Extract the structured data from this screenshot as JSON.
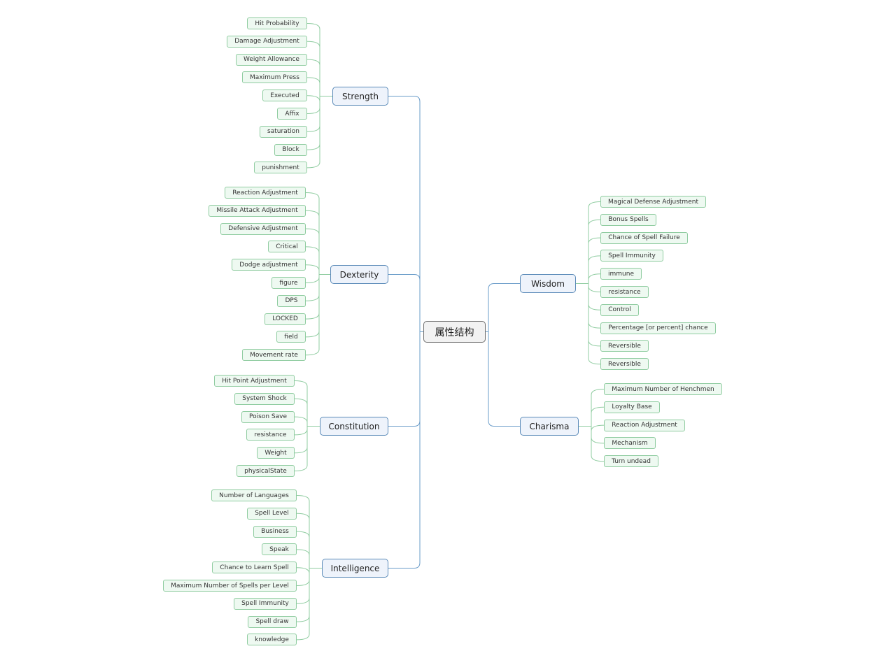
{
  "colors": {
    "root_border": "#6e6e6e",
    "branch_border": "#5a8ab8",
    "leaf_border": "#8fcca0",
    "branch_line": "#6a9cc9",
    "leaf_line": "#8fcca0"
  },
  "root": {
    "label": "属性结构"
  },
  "branches": [
    {
      "label": "Strength",
      "children": [
        "Hit Probability",
        "Damage Adjustment",
        "Weight Allowance",
        "Maximum Press",
        "Executed",
        "Affix",
        "saturation",
        "Block",
        "punishment"
      ]
    },
    {
      "label": "Dexterity",
      "children": [
        "Reaction Adjustment",
        "Missile Attack Adjustment",
        "Defensive Adjustment",
        "Critical",
        "Dodge adjustment",
        "figure",
        "DPS",
        "LOCKED",
        "field",
        "Movement rate"
      ]
    },
    {
      "label": "Constitution",
      "children": [
        "Hit Point Adjustment",
        "System Shock",
        "Poison Save",
        "resistance",
        "Weight",
        "physicalState"
      ]
    },
    {
      "label": "Intelligence",
      "children": [
        "Number of Languages",
        "Spell Level",
        "Business",
        "Speak",
        "Chance to Learn Spell",
        "Maximum Number of Spells per Level",
        "Spell Immunity",
        "Spell draw",
        "knowledge"
      ]
    },
    {
      "label": "Wisdom",
      "children": [
        "Magical Defense Adjustment",
        "Bonus Spells",
        "Chance of Spell Failure",
        "Spell Immunity",
        "immune",
        "resistance",
        "Control",
        "Percentage [or percent] chance",
        "Reversible",
        "Reversible"
      ]
    },
    {
      "label": "Charisma",
      "children": [
        "Maximum Number of Henchmen",
        "Loyalty Base",
        "Reaction Adjustment",
        "Mechanism",
        "Turn undead"
      ]
    }
  ]
}
